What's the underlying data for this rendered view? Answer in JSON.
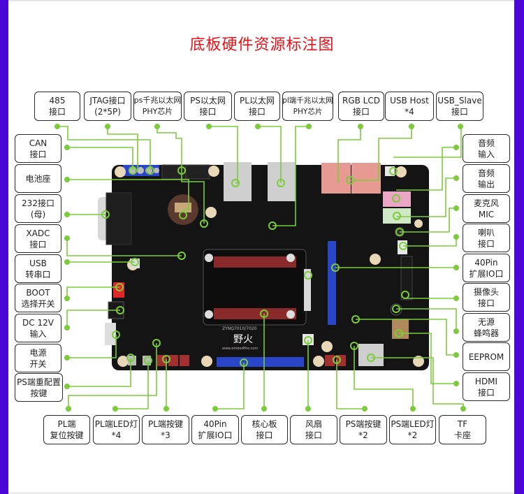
{
  "title": "底板硬件资源标注图",
  "colors": {
    "accent_line": "#7ccb3a",
    "title": "#ef0f16",
    "frame": "#4b06d6",
    "board": "#141414"
  },
  "top_labels": [
    {
      "line1": "485",
      "line2": "接口"
    },
    {
      "line1": "JTAG接口",
      "line2": "(2*5P)"
    },
    {
      "line1": "ps千兆以太网",
      "line2": "PHY芯片"
    },
    {
      "line1": "PS以太网",
      "line2": "接口"
    },
    {
      "line1": "PL以太网",
      "line2": "接口"
    },
    {
      "line1": "pl端千兆以太网",
      "line2": "PHY芯片"
    },
    {
      "line1": "RGB LCD",
      "line2": "接口"
    },
    {
      "line1": "USB Host",
      "line2": "*4"
    },
    {
      "line1": "USB_Slave",
      "line2": "接口"
    }
  ],
  "left_labels": [
    {
      "line1": "CAN",
      "line2": "接口"
    },
    {
      "line1": "电池座",
      "line2": ""
    },
    {
      "line1": "232接口",
      "line2": "(母)"
    },
    {
      "line1": "XADC",
      "line2": "接口"
    },
    {
      "line1": "USB",
      "line2": "转串口"
    },
    {
      "line1": "BOOT",
      "line2": "选择开关"
    },
    {
      "line1": "DC 12V",
      "line2": "输入"
    },
    {
      "line1": "电源",
      "line2": "开关"
    },
    {
      "line1": "PS端重配置",
      "line2": "按键"
    }
  ],
  "right_labels": [
    {
      "line1": "音频",
      "line2": "输入"
    },
    {
      "line1": "音频",
      "line2": "输出"
    },
    {
      "line1": "麦克风",
      "line2": "MIC"
    },
    {
      "line1": "喇叭",
      "line2": "接口"
    },
    {
      "line1": "40Pin",
      "line2": "扩展IO口"
    },
    {
      "line1": "摄像头",
      "line2": "接口"
    },
    {
      "line1": "无源",
      "line2": "蜂鸣器"
    },
    {
      "line1": "EEPROM",
      "line2": ""
    },
    {
      "line1": "HDMI",
      "line2": "接口"
    }
  ],
  "bottom_labels": [
    {
      "line1": "PL端",
      "line2": "复位按键"
    },
    {
      "line1": "PL端LED灯",
      "line2": "*4"
    },
    {
      "line1": "PL端按键",
      "line2": "*3"
    },
    {
      "line1": "40Pin",
      "line2": "扩展IO口"
    },
    {
      "line1": "核心板",
      "line2": "接口"
    },
    {
      "line1": "风扇",
      "line2": "接口"
    },
    {
      "line1": "PS端按键",
      "line2": "*2"
    },
    {
      "line1": "PS端LED灯",
      "line2": "*2"
    },
    {
      "line1": "TF",
      "line2": "卡座"
    }
  ],
  "board": {
    "model_text": "ZYNQ7010/7020",
    "brand_text": "野火",
    "site_text": "www.embedfire.com"
  }
}
